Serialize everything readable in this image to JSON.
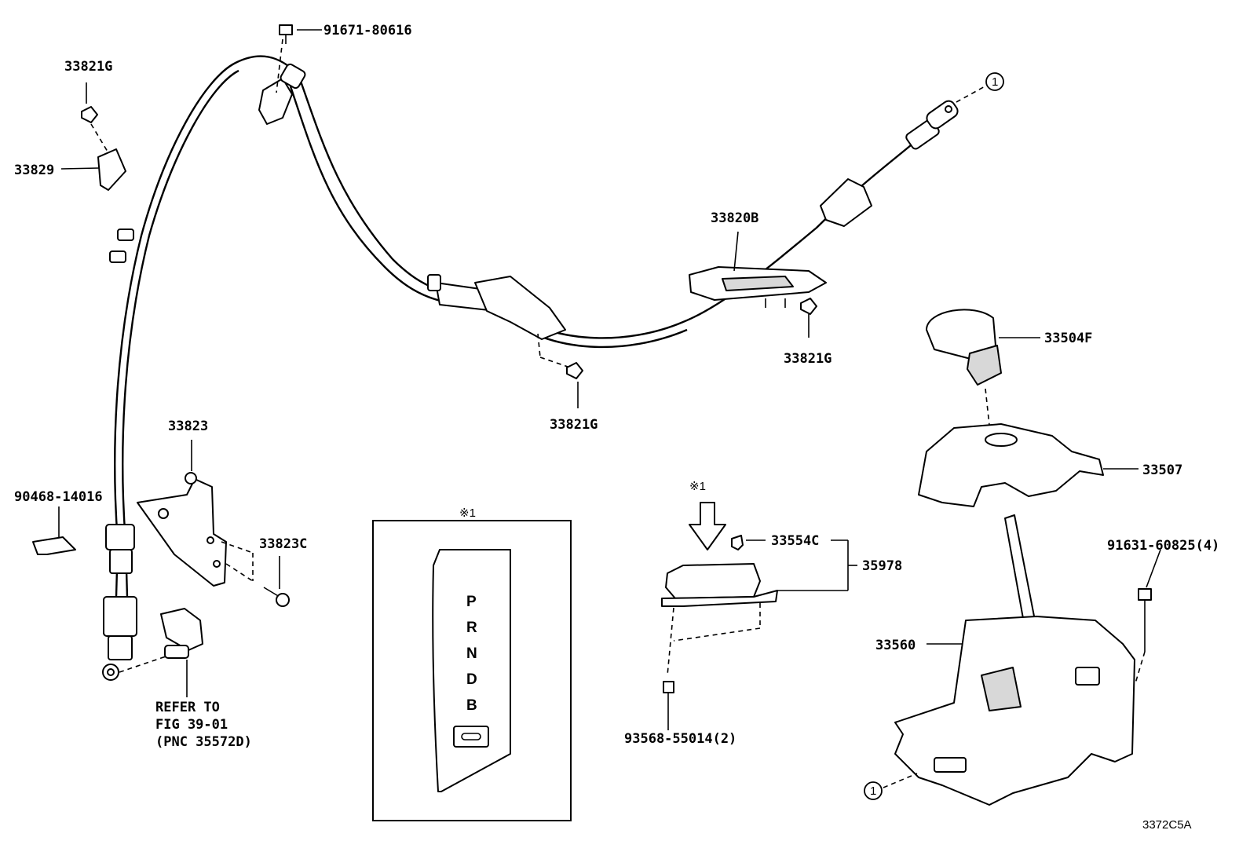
{
  "parts": {
    "p33821G_top": "33821G",
    "p33829": "33829",
    "p91671": "91671-80616",
    "p33820B": "33820B",
    "p33821G_right": "33821G",
    "p33821G_mid": "33821G",
    "p33823": "33823",
    "p33823C": "33823C",
    "p90468": "90468-14016",
    "p33504F": "33504F",
    "p33507": "33507",
    "p91631": "91631-60825(4)",
    "p33560": "33560",
    "p33554C": "33554C",
    "p35978": "35978",
    "p93568": "93568-55014(2)"
  },
  "refer": {
    "line1": "REFER TO",
    "line2": "FIG 39-01",
    "line3": "(PNC 35572D)"
  },
  "note_mark": "※1",
  "inset": {
    "title": "※1",
    "gears": [
      "P",
      "R",
      "N",
      "D",
      "B"
    ]
  },
  "callout": "1",
  "figure_code": "3372C5A"
}
